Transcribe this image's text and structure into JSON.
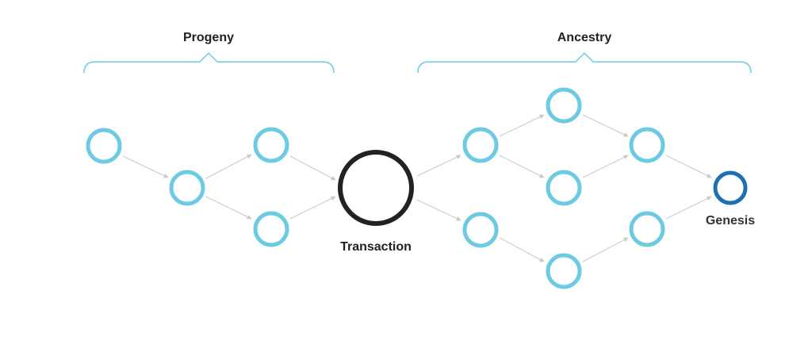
{
  "groups": {
    "progeny_label": "Progeny",
    "ancestry_label": "Ancestry"
  },
  "nodes": {
    "transaction_label": "Transaction",
    "genesis_label": "Genesis"
  },
  "colors": {
    "node": "#6ccbe2",
    "transaction": "#222222",
    "genesis": "#1f6fb3",
    "bracket": "#6ccbe2",
    "edge": "#c8c8c8",
    "text": "#222222"
  }
}
